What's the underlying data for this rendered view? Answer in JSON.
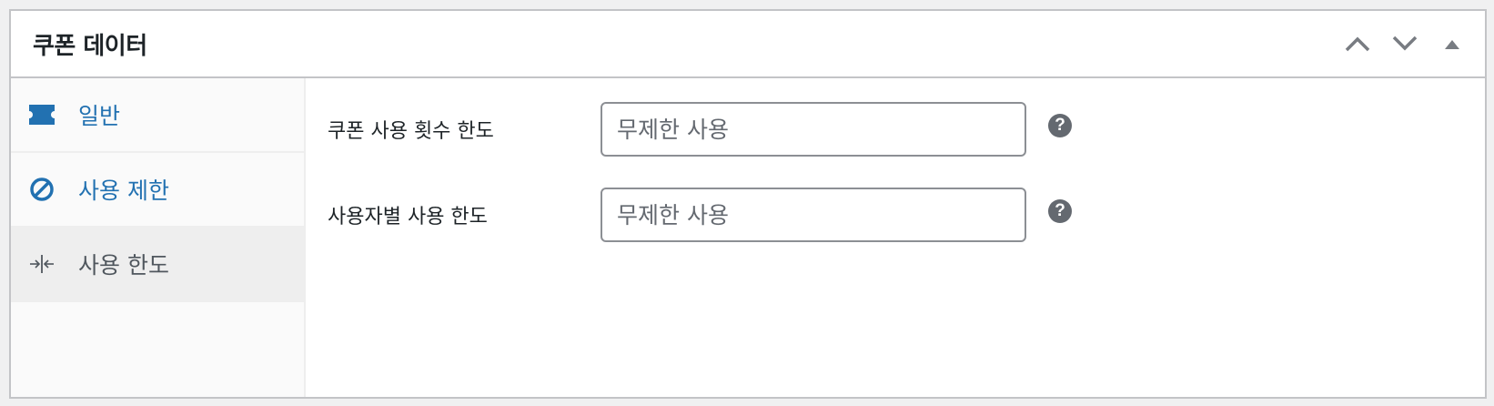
{
  "postbox": {
    "title": "쿠폰 데이터",
    "actions": [
      {
        "name": "move-up",
        "icon": "chevron-up-icon"
      },
      {
        "name": "move-down",
        "icon": "chevron-down-icon"
      },
      {
        "name": "toggle-panel",
        "icon": "triangle-up-icon"
      }
    ]
  },
  "tabs": [
    {
      "label": "일반",
      "icon": "ticket-icon",
      "active": false
    },
    {
      "label": "사용 제한",
      "icon": "prohibited-icon",
      "active": false
    },
    {
      "label": "사용 한도",
      "icon": "collapse-horizontal-icon",
      "active": true
    }
  ],
  "fields": [
    {
      "label": "쿠폰 사용 횟수 한도",
      "placeholder": "무제한 사용",
      "value": "",
      "help": "?"
    },
    {
      "label": "사용자별 사용 한도",
      "placeholder": "무제한 사용",
      "value": "",
      "help": "?"
    }
  ],
  "colors": {
    "link": "#2271b1",
    "active_tab_text": "#50575e",
    "icon_gray": "#646970"
  }
}
